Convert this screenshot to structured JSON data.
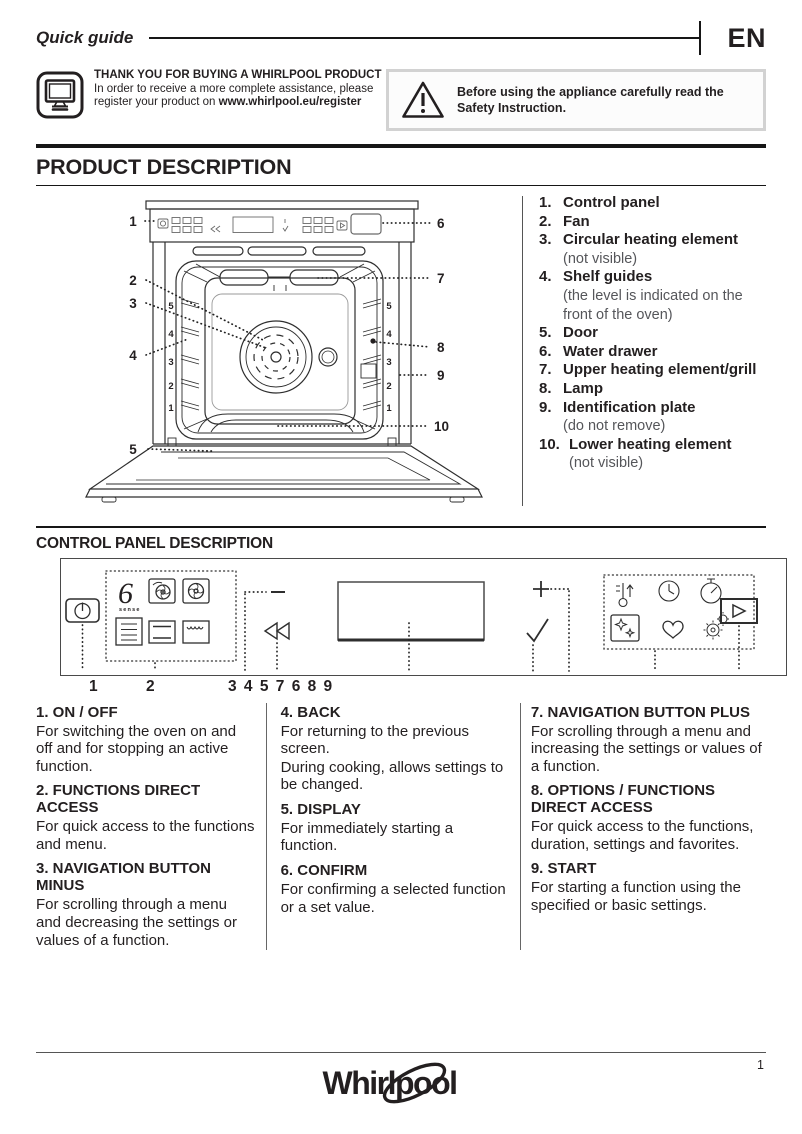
{
  "header": {
    "doc_title": "Quick guide",
    "language_code": "EN"
  },
  "intro": {
    "thankyou_title": "THANK YOU FOR BUYING A WHIRLPOOL PRODUCT",
    "thankyou_text": "In order to receive a more complete assistance, please register your product on ",
    "thankyou_url": "www.whirlpool.eu/register",
    "warning_text": "Before using the appliance carefully read the Safety Instruction."
  },
  "product": {
    "title": "PRODUCT DESCRIPTION",
    "diagram": {
      "callouts_left": [
        "1",
        "2",
        "3",
        "4",
        "5"
      ],
      "callouts_right": [
        "6",
        "7",
        "8",
        "9",
        "10"
      ],
      "shelf_levels": [
        "5",
        "4",
        "3",
        "2",
        "1"
      ]
    },
    "parts": [
      {
        "num": "1.",
        "label": "Control panel",
        "note": ""
      },
      {
        "num": "2.",
        "label": "Fan",
        "note": ""
      },
      {
        "num": "3.",
        "label": "Circular heating element",
        "note": "(not visible)"
      },
      {
        "num": "4.",
        "label": "Shelf guides",
        "note": "(the level is indicated on the front of the oven)"
      },
      {
        "num": "5.",
        "label": "Door",
        "note": ""
      },
      {
        "num": "6.",
        "label": "Water drawer",
        "note": ""
      },
      {
        "num": "7.",
        "label": "Upper heating element/grill",
        "note": ""
      },
      {
        "num": "8.",
        "label": "Lamp",
        "note": ""
      },
      {
        "num": "9.",
        "label": "Identification plate",
        "note": "(do not remove)"
      },
      {
        "num": "10.",
        "label": "Lower heating element",
        "note": "(not visible)"
      }
    ]
  },
  "control_panel": {
    "title": "CONTROL PANEL DESCRIPTION",
    "six_sense_big": "6",
    "six_sense_small": "sense",
    "number_labels": {
      "n1": "1",
      "n2": "2",
      "n3": "3 4 5 7 6 8 9"
    },
    "icons": {
      "left_button": "power-icon",
      "left_group": [
        "six-sense-logo",
        "fan-forced-icon",
        "fan-icon",
        "menu-lines-icon",
        "conventional-icon",
        "grill-icon"
      ],
      "middle": [
        "minus-icon",
        "back-icon",
        "display-screen",
        "plus-icon",
        "confirm-check-icon"
      ],
      "right_group": [
        "thermometer-icon",
        "clock-icon",
        "timer-icon",
        "clean-sparkle-icon",
        "favorites-heart-icon",
        "settings-gears-icon"
      ],
      "right_button": "start-icon"
    },
    "columns": [
      [
        {
          "heading": "1. ON / OFF",
          "body": [
            "For switching the oven on and off and for stopping an active function."
          ]
        },
        {
          "heading": "2. FUNCTIONS DIRECT ACCESS",
          "body": [
            "For quick access to the functions and menu."
          ]
        },
        {
          "heading": "3. NAVIGATION BUTTON MINUS",
          "body": [
            "For scrolling through a menu and decreasing the settings or values of a function."
          ]
        }
      ],
      [
        {
          "heading": "4. BACK",
          "body": [
            "For returning to the previous screen.",
            "During cooking, allows settings to be changed."
          ]
        },
        {
          "heading": "5. DISPLAY",
          "body": [
            "For immediately starting a function."
          ]
        },
        {
          "heading": "6. CONFIRM",
          "body": [
            "For confirming a selected function or a set value."
          ]
        }
      ],
      [
        {
          "heading": "7. NAVIGATION BUTTON PLUS",
          "body": [
            "For scrolling through a menu and increasing the settings or values of a function."
          ]
        },
        {
          "heading": "8. OPTIONS / FUNCTIONS DIRECT ACCESS",
          "body": [
            "For quick access to the functions, duration, settings and favorites."
          ]
        },
        {
          "heading": "9. START",
          "body": [
            "For starting a function using the specified or basic settings."
          ]
        }
      ]
    ]
  },
  "footer": {
    "page_number": "1",
    "brand_wordmark": "Whirlpool"
  }
}
